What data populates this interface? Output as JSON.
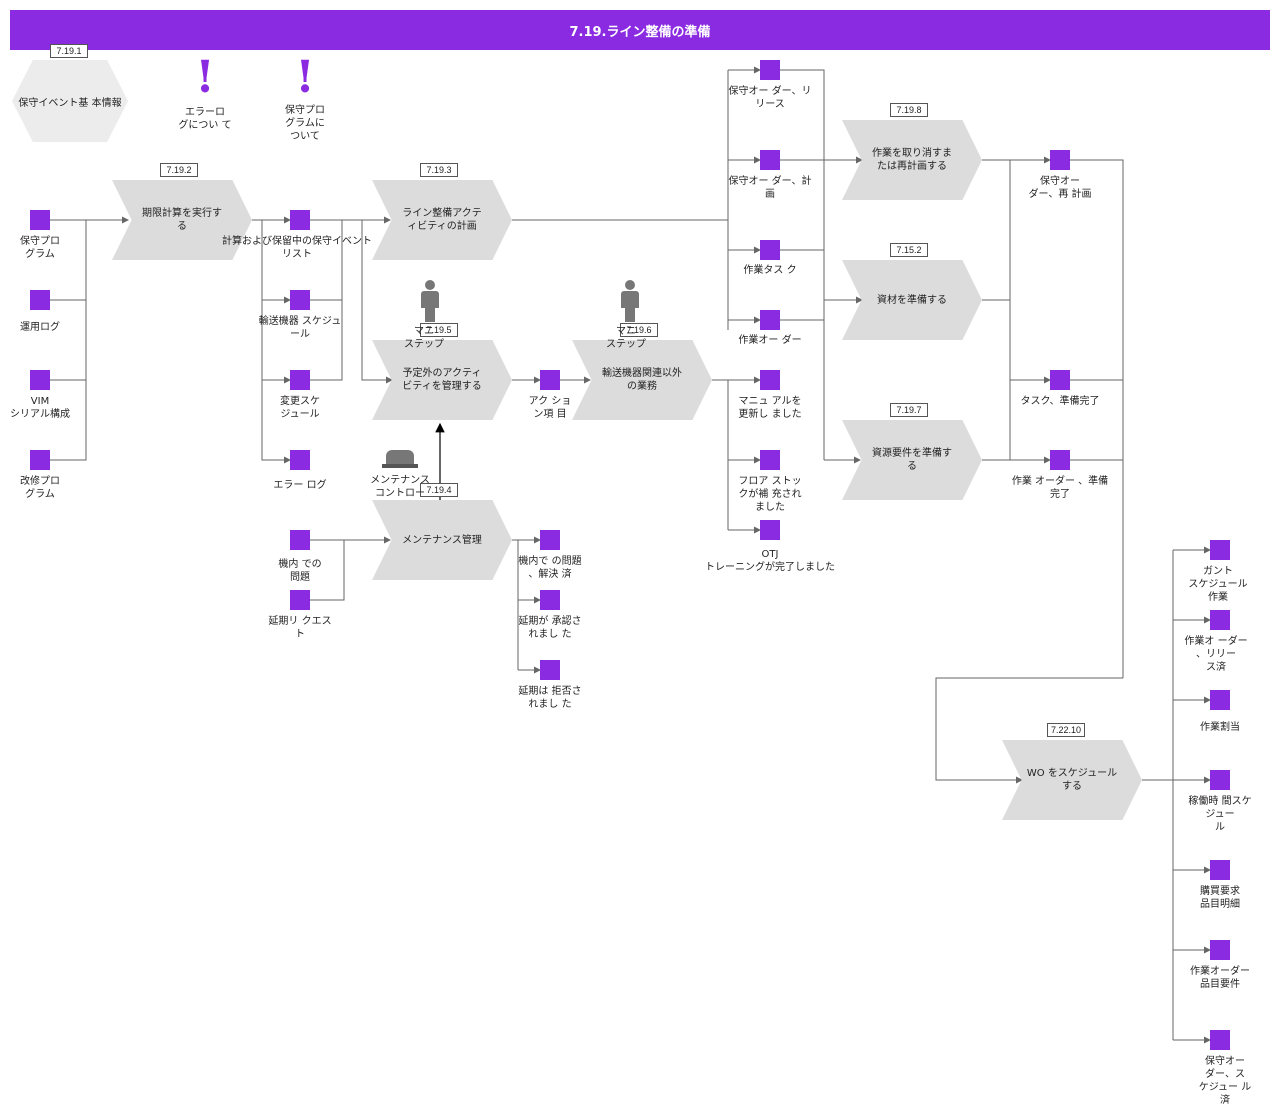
{
  "title": "7.19.ライン整備の準備",
  "colors": {
    "accent": "#8a2be2",
    "shape": "#dcdcdc",
    "line": "#666666"
  },
  "hexagon": {
    "tag": "7.19.1",
    "label": "保守イベント基 本情報"
  },
  "notes": [
    {
      "label": "エラーロ\nグについ て"
    },
    {
      "label": "保守プロ\nグラムに\nついて"
    }
  ],
  "processes": [
    {
      "id": "p192",
      "tag": "7.19.2",
      "label": "期限計算を実行す る"
    },
    {
      "id": "p193",
      "tag": "7.19.3",
      "label": "ライン整備アクテ ィビティの計画"
    },
    {
      "id": "p195",
      "tag": "7.19.5",
      "label": "予定外のアクティ ビティを管理する"
    },
    {
      "id": "p194",
      "tag": "7.19.4",
      "label": "メンテナンス管理"
    },
    {
      "id": "p196",
      "tag": "7.19.6",
      "label": "輸送機器関連以外 の業務"
    },
    {
      "id": "p198",
      "tag": "7.19.8",
      "label": "作業を取り消すま たは再計画する"
    },
    {
      "id": "p152",
      "tag": "7.15.2",
      "label": "資材を準備する"
    },
    {
      "id": "p197",
      "tag": "7.19.7",
      "label": "資源要件を準備す る"
    },
    {
      "id": "p2210",
      "tag": "7.22.10",
      "label": "WO をスケジュールする"
    }
  ],
  "roles": [
    {
      "label": "マニ\nステップ"
    },
    {
      "label": "マニ\nステップ"
    },
    {
      "label": "メンテナンス\nコントロー"
    }
  ],
  "events": [
    {
      "label": "保守プロ\nグラム"
    },
    {
      "label": "運用ログ"
    },
    {
      "label": "VIM\nシリアル構成"
    },
    {
      "label": "改修プロ\nグラム"
    },
    {
      "label": "計算および保留中の保守イベント\nリスト"
    },
    {
      "label": "輸送機器 スケジュ\nール"
    },
    {
      "label": "変更スケ\nジュール"
    },
    {
      "label": "エラー ログ"
    },
    {
      "label": "機内 での\n問題"
    },
    {
      "label": "延期リ クエス\nト"
    },
    {
      "label": "機内で の問題\n、解決 済"
    },
    {
      "label": "延期が 承認さ\nれまし た"
    },
    {
      "label": "延期は 拒否さ\nれまし た"
    },
    {
      "label": "アク ショ\nン項 目"
    },
    {
      "label": "保守オー ダー、リ\nリース"
    },
    {
      "label": "保守オー ダー、計\n画"
    },
    {
      "label": "作業タス ク"
    },
    {
      "label": "作業オー ダー"
    },
    {
      "label": "マニュ アルを\n更新し ました"
    },
    {
      "label": "フロア ストッ\nクが補 充され\nました"
    },
    {
      "label": "OTJ\nトレーニングが完了しました"
    },
    {
      "label": "保守オー\nダー、再 計画"
    },
    {
      "label": "タスク、準備完了"
    },
    {
      "label": "作業 オーダー 、準備\n完了"
    },
    {
      "label": "ガント\nスケジュール作業"
    },
    {
      "label": "作業オ ーダー 、リリー\nス済"
    },
    {
      "label": "作業割当"
    },
    {
      "label": "稼働時 間スケ ジュー\nル"
    },
    {
      "label": "購買要求\n品目明細"
    },
    {
      "label": "作業オーダー\n品目要件"
    },
    {
      "label": "保守オー\nダー、ス\nケジュー ル済"
    }
  ]
}
